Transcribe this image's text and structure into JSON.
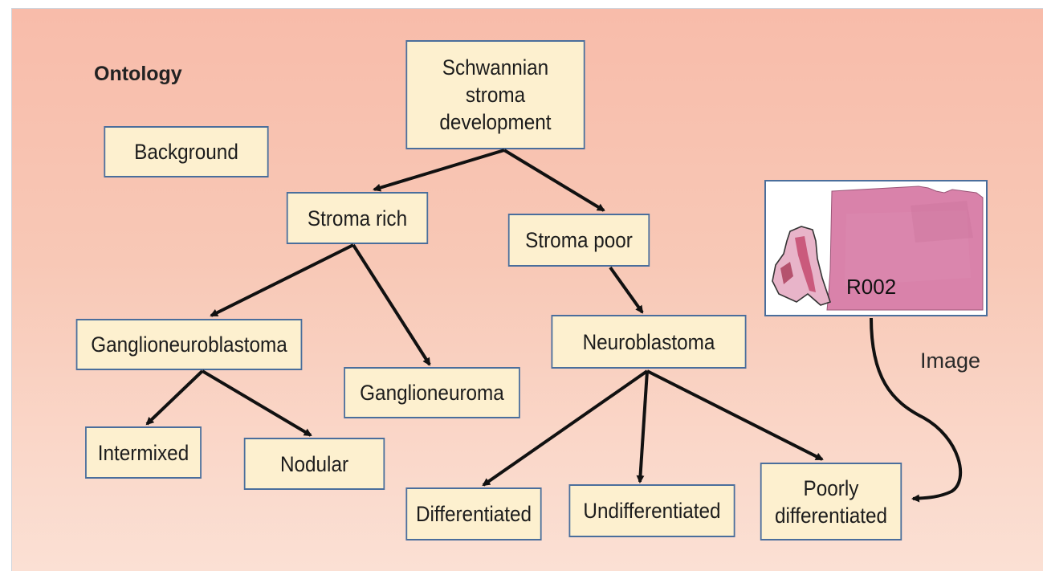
{
  "title": "Ontology",
  "image_label": "Image",
  "thumbnail": {
    "caption": "R002"
  },
  "nodes": {
    "background": "Background",
    "schwannian": "Schwannian\nstroma\ndevelopment",
    "stroma_rich": "Stroma rich",
    "stroma_poor": "Stroma poor",
    "ganglioneuroblastoma": "Ganglioneuroblastoma",
    "ganglioneuroma": "Ganglioneuroma",
    "neuroblastoma": "Neuroblastoma",
    "intermixed": "Intermixed",
    "nodular": "Nodular",
    "differentiated": "Differentiated",
    "undifferentiated": "Undifferentiated",
    "poorly_differentiated": "Poorly\ndifferentiated"
  },
  "colors": {
    "node_fill": "#fdf0cf",
    "node_border": "#4a6e9c",
    "arrow": "#111111",
    "tissue": "#d77fa5"
  }
}
